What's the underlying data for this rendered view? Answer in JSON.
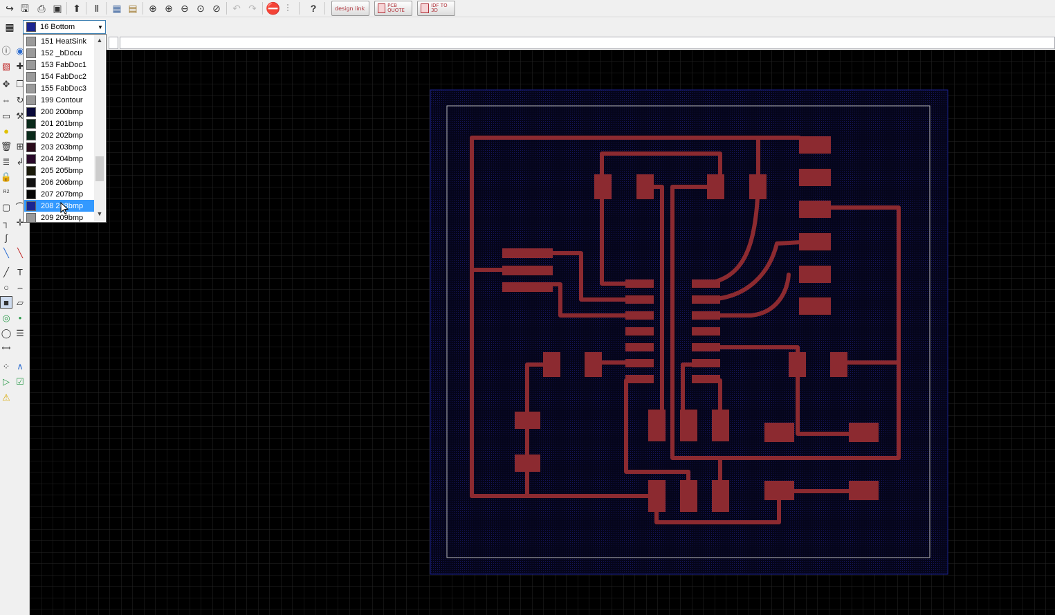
{
  "toolbar": {
    "icons": [
      "open-icon",
      "save-icon",
      "print-icon",
      "cam-icon",
      "ulp-icon",
      "script-icon",
      "board-icon",
      "zoom-fit-icon",
      "zoom-in-icon",
      "zoom-out-icon",
      "zoom-select-icon",
      "redraw-icon",
      "undo-icon",
      "redo-icon",
      "stop-icon",
      "go-icon",
      "help-icon"
    ],
    "design_link": "design link",
    "pcb_quote": "PCB QUOTE",
    "idf_to_3d": "IDF TO 3D",
    "help_label": "?"
  },
  "layer_select": {
    "current": "16 Bottom",
    "current_color": "#1b2590"
  },
  "layer_list": {
    "items": [
      {
        "label": "151 HeatSink",
        "color": "#9a9a9a"
      },
      {
        "label": "152 _bDocu",
        "color": "#9a9a9a"
      },
      {
        "label": "153 FabDoc1",
        "color": "#9a9a9a"
      },
      {
        "label": "154 FabDoc2",
        "color": "#9a9a9a"
      },
      {
        "label": "155 FabDoc3",
        "color": "#9a9a9a"
      },
      {
        "label": "199 Contour",
        "color": "#9a9a9a"
      },
      {
        "label": "200 200bmp",
        "color": "#0a0a3a"
      },
      {
        "label": "201 201bmp",
        "color": "#0a2a1a"
      },
      {
        "label": "202 202bmp",
        "color": "#0a2a1a"
      },
      {
        "label": "203 203bmp",
        "color": "#2a0a1a"
      },
      {
        "label": "204 204bmp",
        "color": "#2a0a2a"
      },
      {
        "label": "205 205bmp",
        "color": "#1a1a0a"
      },
      {
        "label": "206 206bmp",
        "color": "#101010"
      },
      {
        "label": "207 207bmp",
        "color": "#050505"
      },
      {
        "label": "208 208bmp",
        "color": "#1b2590",
        "selected": true
      },
      {
        "label": "209 209bmp",
        "color": "#9a9a9a"
      }
    ]
  },
  "command_line": {
    "value": ""
  },
  "colors": {
    "copper": "#8c2a30",
    "board_outline": "#c8c8c8",
    "grid": "#2a2a2a",
    "dimension": "#1a1f7a"
  }
}
